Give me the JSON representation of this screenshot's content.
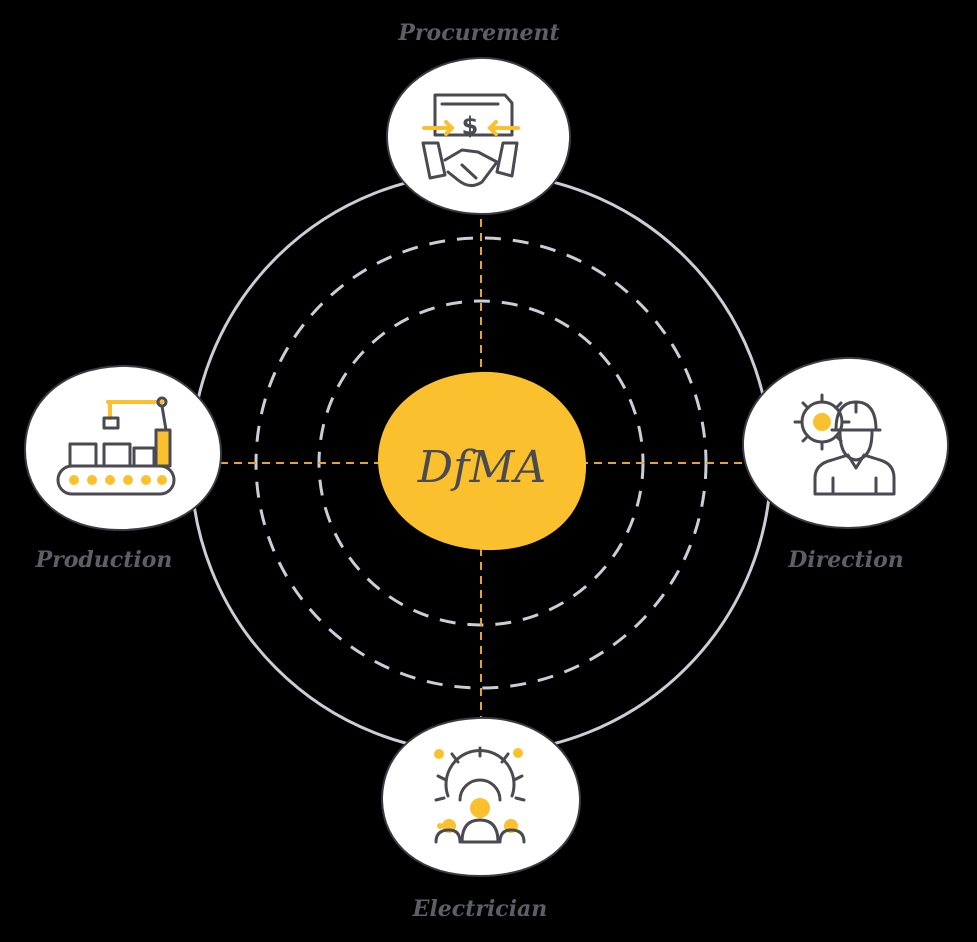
{
  "center": {
    "label": "DfMA"
  },
  "nodes": {
    "top": {
      "label": "Procurement",
      "icon": "procurement-handshake-icon"
    },
    "right": {
      "label": "Direction",
      "icon": "engineer-gear-icon"
    },
    "bottom": {
      "label": "Electrician",
      "icon": "team-gear-icon"
    },
    "left": {
      "label": "Production",
      "icon": "conveyor-robot-arm-icon"
    }
  },
  "colors": {
    "accent": "#fbc02d",
    "ring": "#c9ced7",
    "spoke": "#e0a43a",
    "label": "#5d5f67",
    "background": "#000000"
  }
}
